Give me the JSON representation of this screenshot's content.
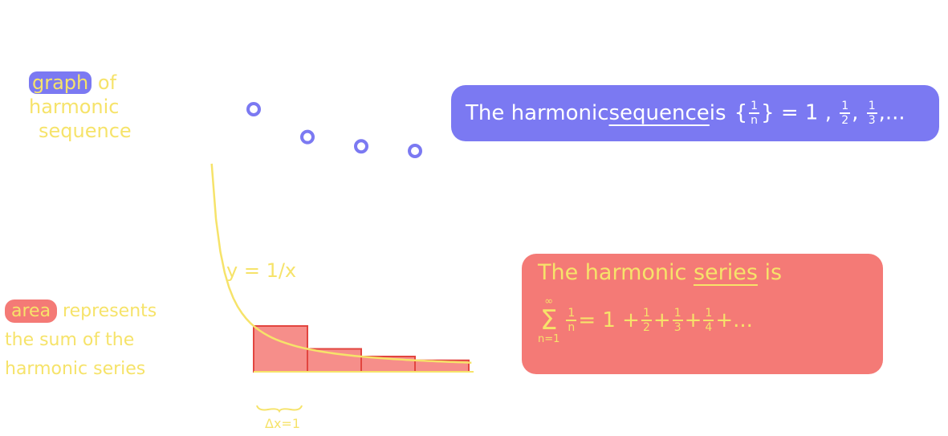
{
  "notes": {
    "graph": {
      "highlight": "graph",
      "rest1": " of",
      "line2": "harmonic",
      "line3": "sequence"
    },
    "area": {
      "highlight": "area",
      "rest1": " represents",
      "line2": "the sum of the",
      "line3": "harmonic series"
    }
  },
  "sequence_box": {
    "pre": "The harmonic ",
    "underlined": "sequence",
    "post": " is",
    "set_open": "{",
    "set_num": "1",
    "set_den": "n",
    "set_close": "}",
    "equals": " = 1 ,",
    "t2_num": "1",
    "t2_den": "2",
    "comma": ",",
    "t3_num": "1",
    "t3_den": "3",
    "ellipsis": ",..."
  },
  "series_box": {
    "pre": "The harmonic ",
    "underlined": "series",
    "post": " is",
    "sigma_upper": "∞",
    "sigma_symbol": "Σ",
    "sigma_lower": "n=1",
    "sum_num": "1",
    "sum_den": "n",
    "equals": " = 1 +",
    "f2_num": "1",
    "f2_den": "2",
    "plus": "+",
    "f3_num": "1",
    "f3_den": "3",
    "f4_num": "1",
    "f4_den": "4",
    "tail": "+..."
  },
  "graph": {
    "curve_label": "y = 1/x",
    "dx_label": "Δx=1"
  },
  "colors": {
    "purple": "#7b79f2",
    "red": "#f47a76",
    "yellow": "#f6e36a"
  },
  "chart_data": {
    "type": "scatter",
    "series": [
      {
        "x": [
          1,
          2,
          3,
          4
        ],
        "y": [
          1,
          0.5,
          0.3333,
          0.25
        ]
      }
    ]
  },
  "area_chart": {
    "function": "1/x",
    "rectangles": [
      {
        "x_start": 1,
        "width": 1,
        "height": 1
      },
      {
        "x_start": 2,
        "width": 1,
        "height": 0.5
      },
      {
        "x_start": 3,
        "width": 1,
        "height": 0.3333
      },
      {
        "x_start": 4,
        "width": 1,
        "height": 0.25
      }
    ]
  }
}
